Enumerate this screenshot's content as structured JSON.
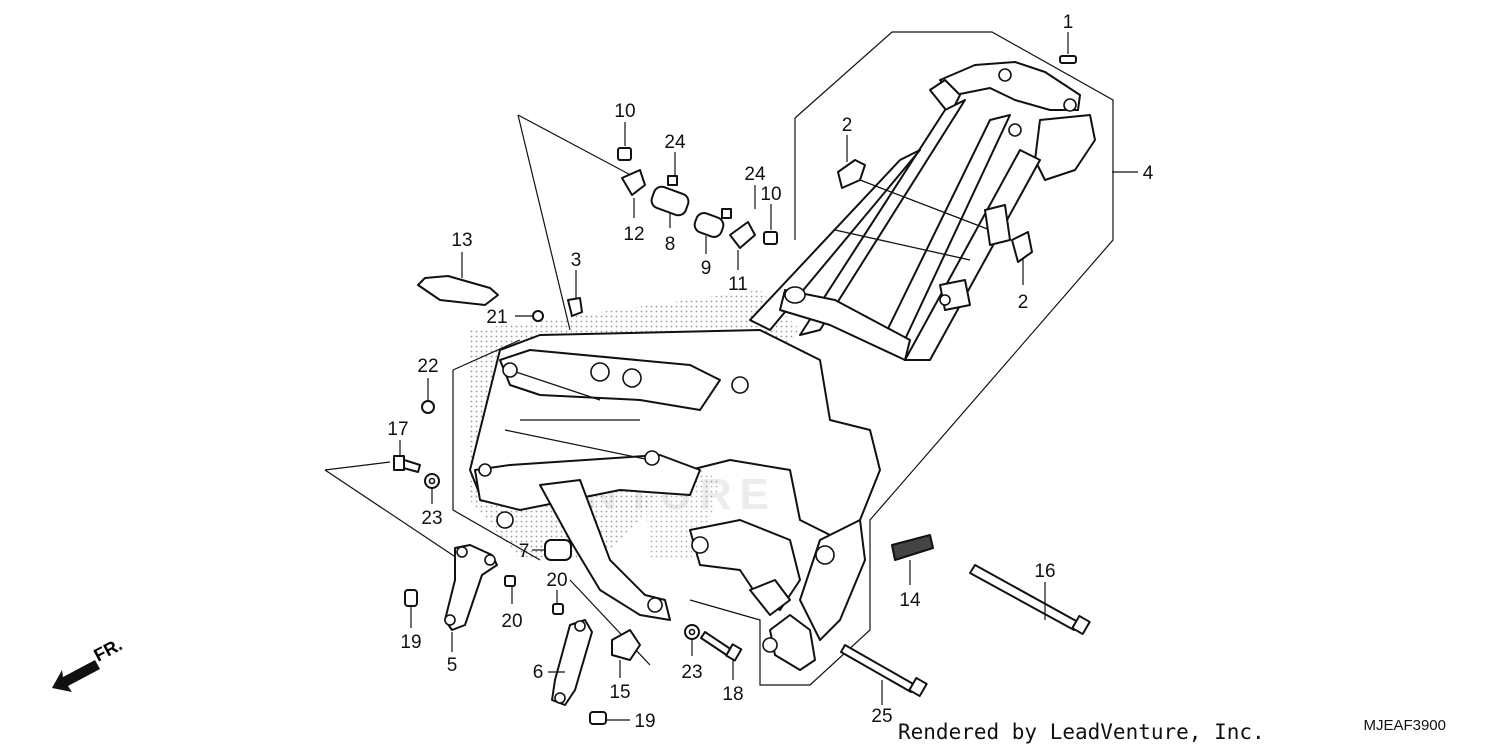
{
  "diagram": {
    "callouts": {
      "c1": "1",
      "c2a": "2",
      "c2b": "2",
      "c3": "3",
      "c4": "4",
      "c5": "5",
      "c6": "6",
      "c7": "7",
      "c8": "8",
      "c9": "9",
      "c10a": "10",
      "c10b": "10",
      "c11": "11",
      "c12": "12",
      "c13": "13",
      "c14": "14",
      "c15": "15",
      "c16": "16",
      "c17": "17",
      "c18": "18",
      "c19a": "19",
      "c19b": "19",
      "c20a": "20",
      "c20b": "20",
      "c21": "21",
      "c22": "22",
      "c23a": "23",
      "c23b": "23",
      "c24a": "24",
      "c24b": "24",
      "c25": "25"
    },
    "front_marker": "FR.",
    "watermark": "ENTURE"
  },
  "footer": {
    "credit": "Rendered by LeadVenture, Inc.",
    "diagram_code": "MJEAF3900"
  }
}
